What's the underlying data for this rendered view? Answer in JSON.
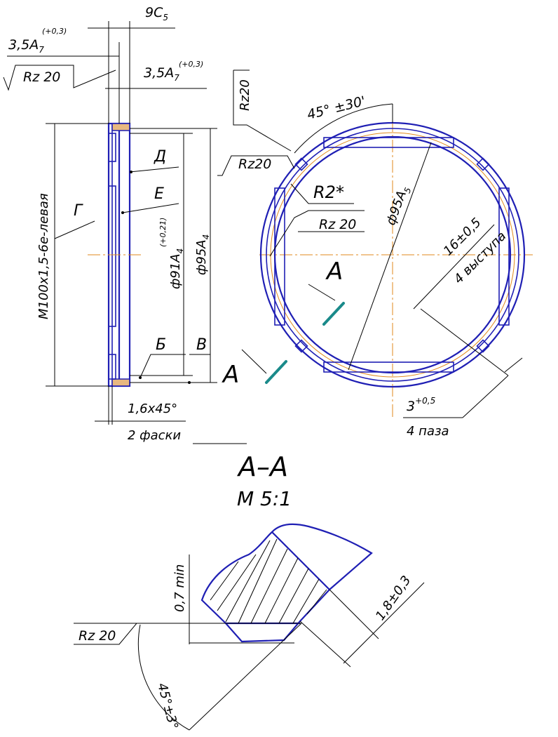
{
  "dims": {
    "top_9c5": "9С",
    "top_9c5_sub": "5",
    "left_35a7": "3,5А",
    "left_35a7_sub": "7",
    "left_35a7_tol": "(+0,3)",
    "right_35a7": "3,5А",
    "right_35a7_sub": "7",
    "right_35a7_tol": "(+0,3)",
    "rz20_top": "Rz 20",
    "rz20_vertical": "Rz20",
    "angle_45": "45° ±30'",
    "rz20_mid": "Rz20",
    "r2": "R2*",
    "rz20_inner": "Rz 20",
    "d95_circle": "ф95А",
    "d95_circle_sub": "5",
    "d91": "ф91А",
    "d91_sub": "4",
    "d91_tol": "(+0,21)",
    "d95": "ф95А",
    "d95_sub": "4",
    "thread": "М100х1,5-6е-левая",
    "letter_g": "Г",
    "letter_d": "Д",
    "letter_e": "Е",
    "letter_b": "Б",
    "letter_v": "В",
    "letter_a1": "А",
    "letter_a2": "А",
    "chamfer": "1,6х45°",
    "chamfer_note": "2 фаски",
    "lug_dim": "16±0,5",
    "lug_note": "4 выступа",
    "slot_dim": "3",
    "slot_dim_tol": "+0,5",
    "slot_note": "4 паза",
    "section_title": "А–А",
    "section_scale": "М 5:1",
    "min_dim": "0,7 min",
    "dim_18": "1,8±0,3",
    "rz20_section": "Rz 20",
    "angle_section": "45°±3°"
  },
  "colors": {
    "contour": "#1f1fb4",
    "axis": "#e08a1e",
    "section_marker": "#1a8a8a",
    "dimension": "#000000"
  }
}
